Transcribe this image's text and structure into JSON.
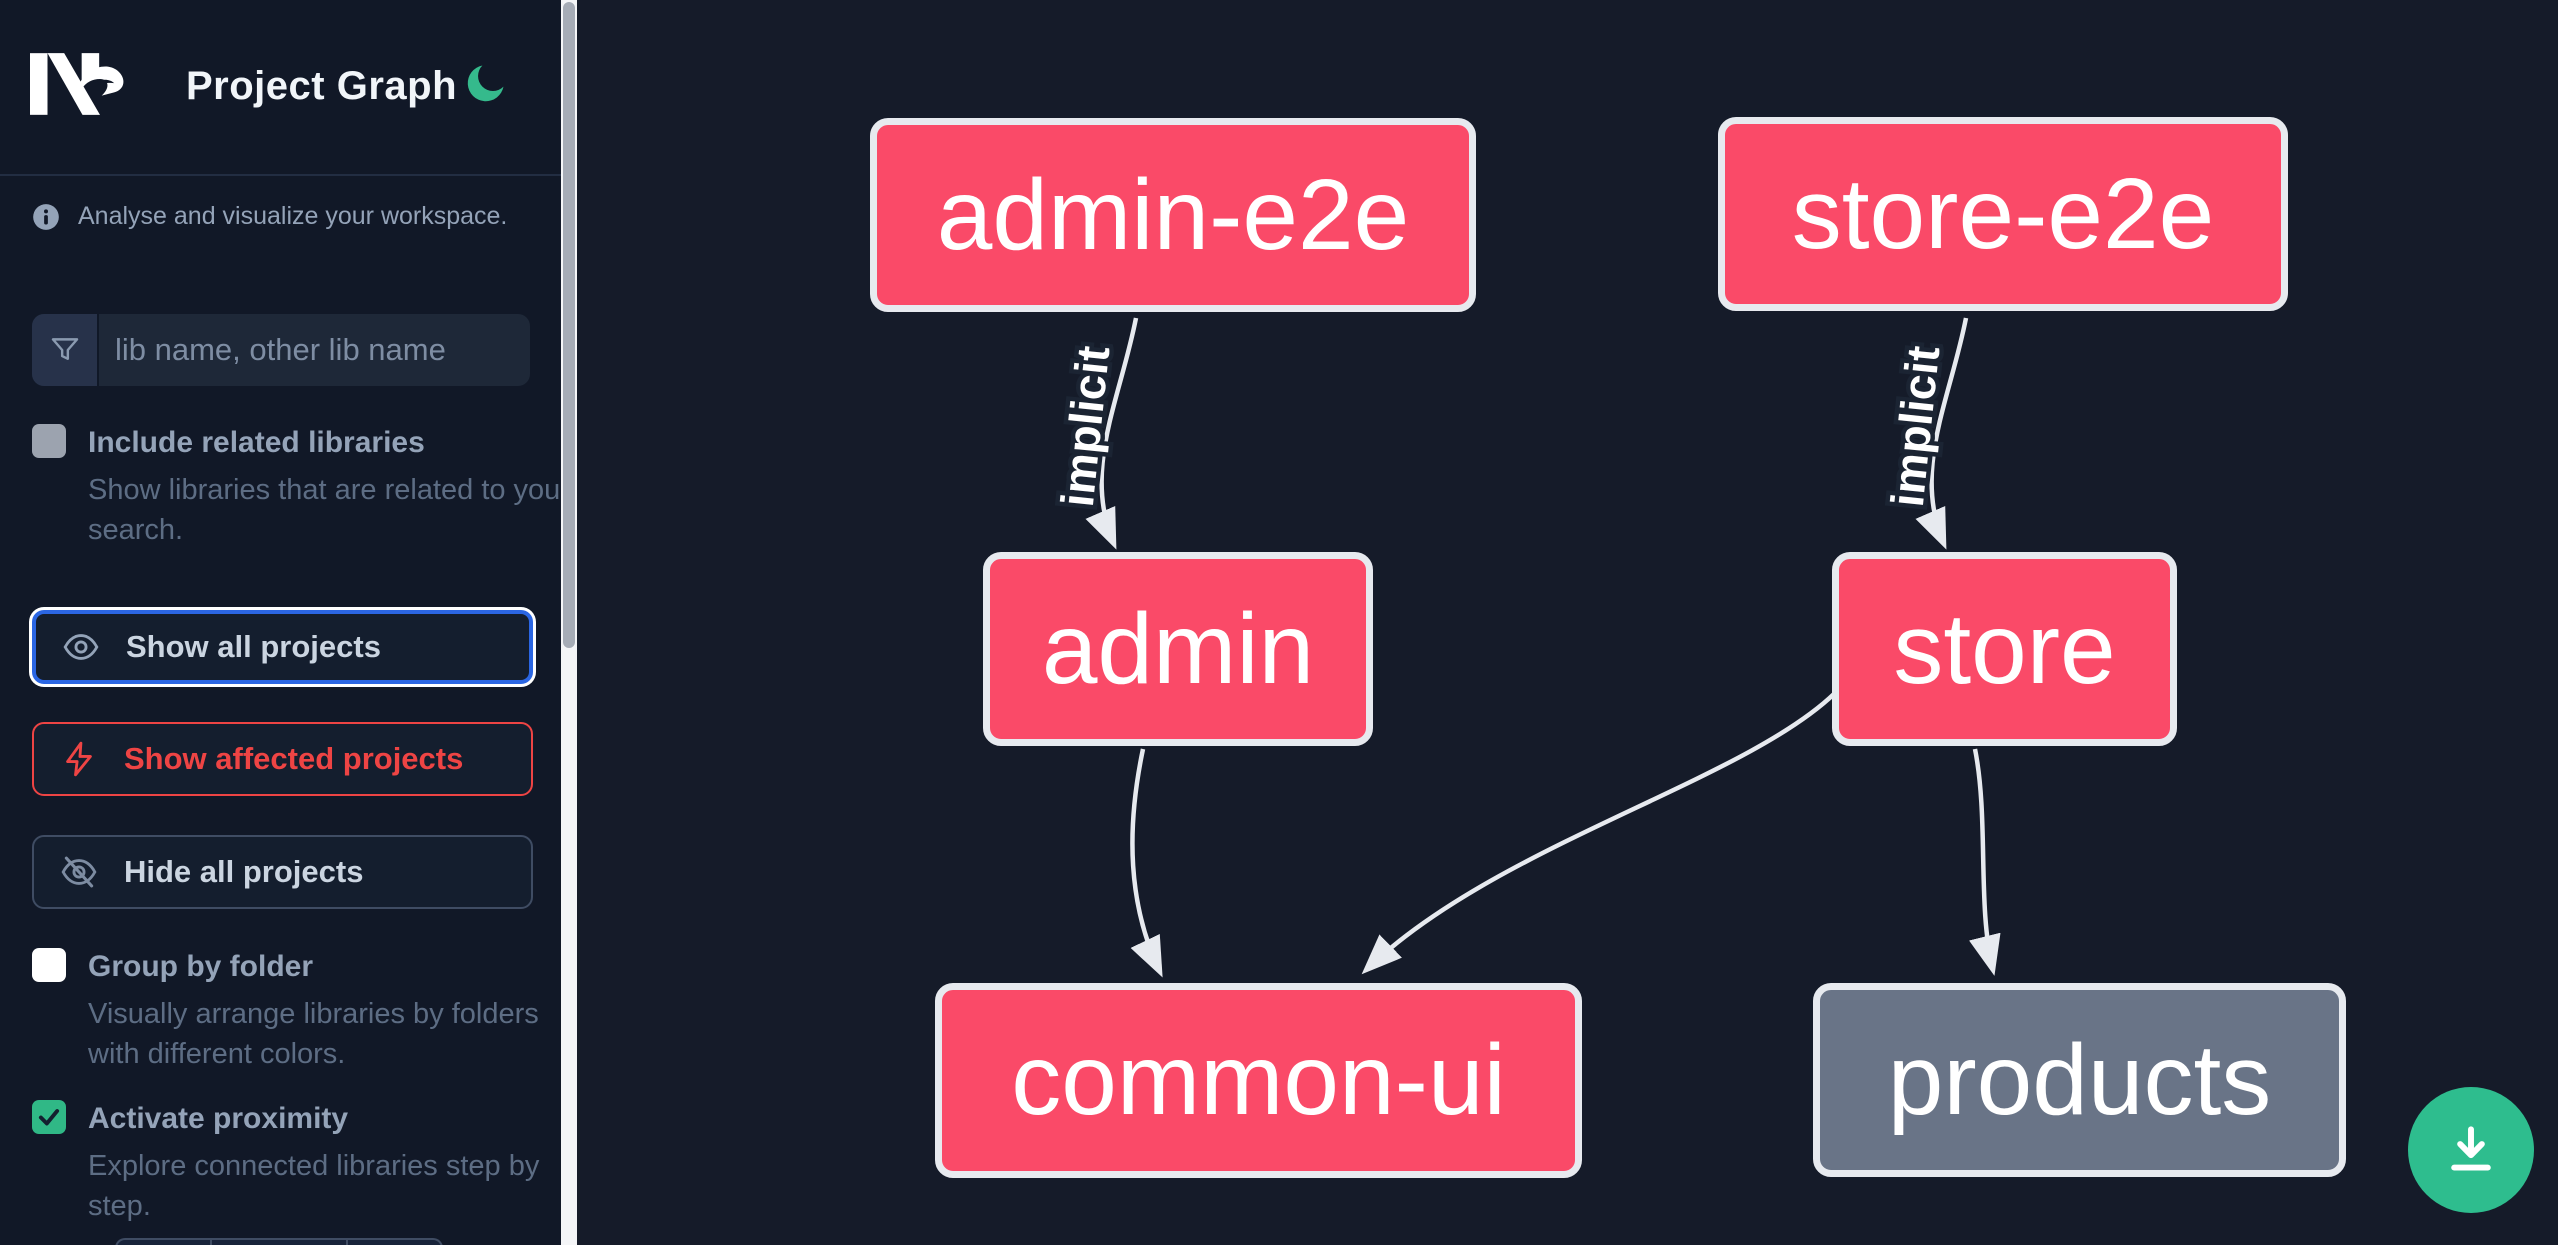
{
  "app": {
    "title": "Project Graph"
  },
  "sidebar": {
    "tagline": "Analyse and visualize your workspace.",
    "filter": {
      "placeholder": "lib name, other lib name",
      "value": ""
    },
    "options": [
      {
        "label": "Include related libraries",
        "description": "Show libraries that are related to your search.",
        "checked": false
      },
      {
        "label": "Group by folder",
        "description": "Visually arrange libraries by folders with different colors.",
        "checked": false
      },
      {
        "label": "Activate proximity",
        "description": "Explore connected libraries step by step.",
        "checked": true
      }
    ],
    "actions": [
      {
        "label": "Show all projects",
        "state": "focused"
      },
      {
        "label": "Show affected projects",
        "state": "affected"
      },
      {
        "label": "Hide all projects",
        "state": "default"
      }
    ]
  },
  "graph": {
    "nodes": [
      {
        "label": "admin-e2e",
        "style": "pink"
      },
      {
        "label": "store-e2e",
        "style": "pink"
      },
      {
        "label": "admin",
        "style": "pink"
      },
      {
        "label": "store",
        "style": "pink"
      },
      {
        "label": "common-ui",
        "style": "pink"
      },
      {
        "label": "products",
        "style": "gray"
      }
    ],
    "edges": [
      {
        "from": "admin-e2e",
        "to": "admin",
        "label": "implicit"
      },
      {
        "from": "store-e2e",
        "to": "store",
        "label": "implicit"
      },
      {
        "from": "admin",
        "to": "common-ui",
        "label": ""
      },
      {
        "from": "store",
        "to": "common-ui",
        "label": ""
      },
      {
        "from": "store",
        "to": "products",
        "label": ""
      }
    ]
  },
  "colors": {
    "sidebar_bg": "#111827",
    "canvas_bg": "#151b29",
    "accent_green": "#2ebd8e",
    "node_pink": "#fa4a68",
    "node_gray": "#697487",
    "node_border": "#e7eaef",
    "focus_blue": "#2b66e3",
    "affected_red": "#ee4444"
  }
}
